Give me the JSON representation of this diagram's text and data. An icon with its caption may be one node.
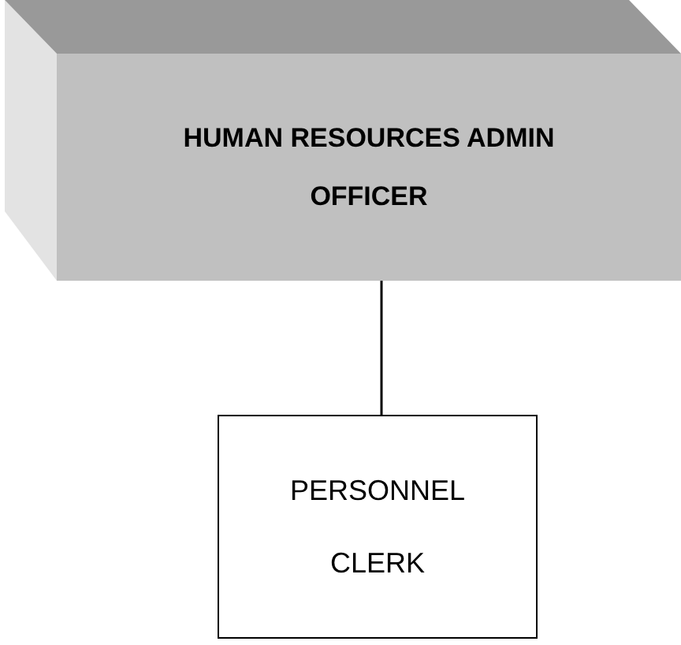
{
  "diagram": {
    "nodes": [
      {
        "text": [
          "HUMAN RESOURCES ADMIN OFFICER"
        ]
      },
      {
        "text": [
          "PERSONNEL CLERK"
        ]
      }
    ],
    "edges": [
      {
        "from": 0,
        "to": 1,
        "arrow": "none"
      }
    ]
  }
}
